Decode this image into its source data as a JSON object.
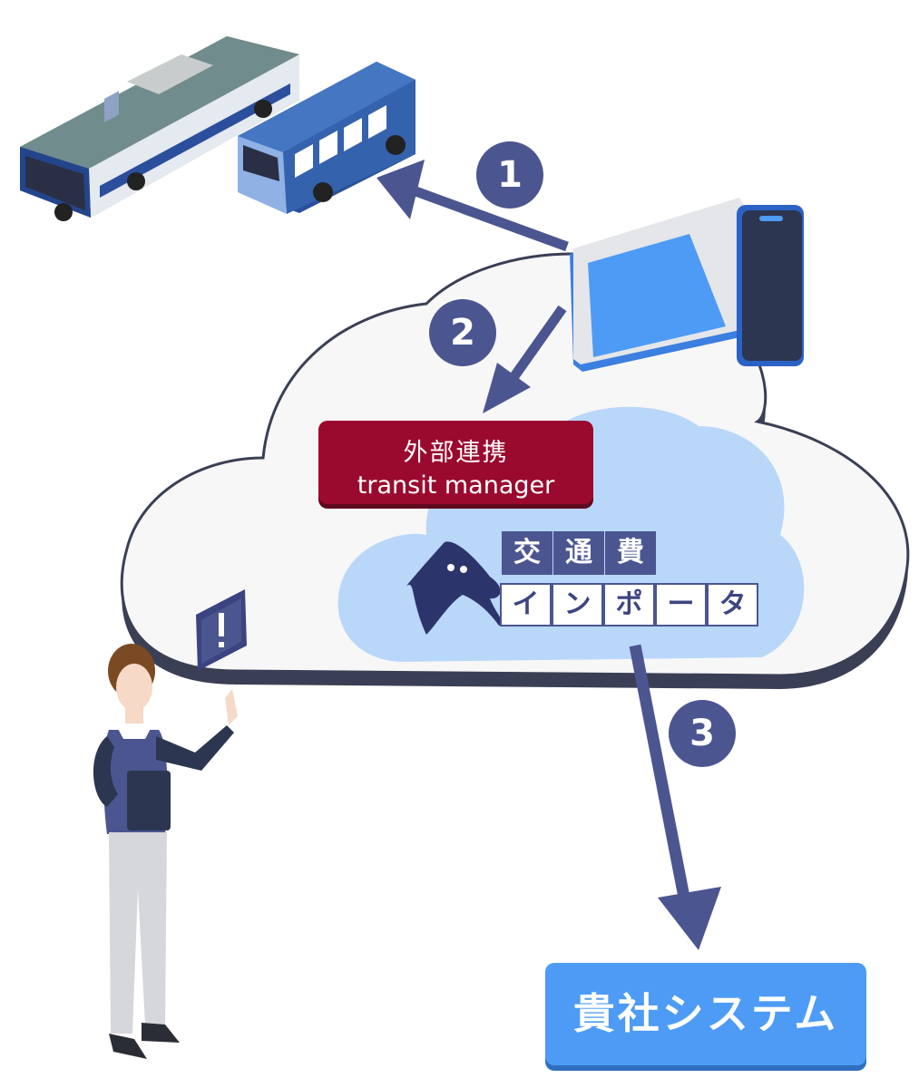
{
  "steps": [
    "1",
    "2",
    "3"
  ],
  "integration_box": {
    "line1": "外部連携",
    "line2": "transit manager"
  },
  "product_title_tiles": [
    "交",
    "通",
    "費"
  ],
  "product_subtitle_tiles": [
    "イ",
    "ン",
    "ポ",
    "ー",
    "タ"
  ],
  "destination_box": {
    "label": "貴社システム"
  },
  "colors": {
    "arrow": "#4b5590",
    "integration": "#9a0a2e",
    "destination": "#4d9bf5",
    "cloud_fill": "#f7f7f7",
    "inner_cloud": "#b9d7f9"
  },
  "icons": [
    "train-icon",
    "bus-icon",
    "tablet-icon",
    "smartphone-icon",
    "alert-icon",
    "mascot-icon",
    "person-icon"
  ]
}
